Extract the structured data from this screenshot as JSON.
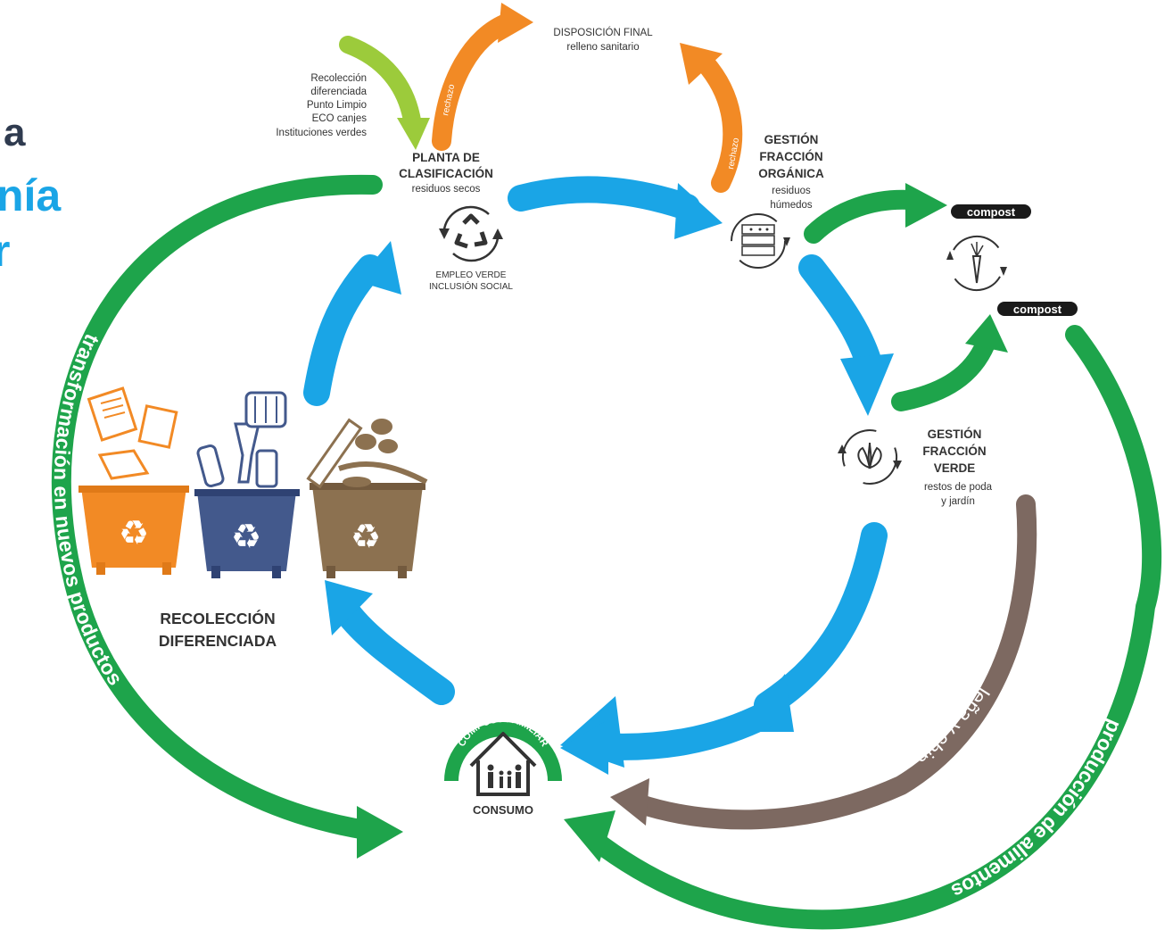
{
  "title_fragments": [
    "a",
    "nía",
    "r"
  ],
  "colors": {
    "blue": "#1aa5e6",
    "green": "#1ea44b",
    "orange": "#f28a25",
    "lime": "#9ccb3b",
    "brown": "#7d6961",
    "dark": "#333333",
    "navy_title": "#2f3b4f",
    "bin_orange": "#f28a25",
    "bin_blue": "#43598c",
    "bin_brown": "#8c7150"
  },
  "disposal": {
    "title": "DISPOSICIÓN FINAL",
    "subtitle": "relleno sanitario"
  },
  "collection_sources": [
    "Recolección",
    "diferenciada",
    "Punto Limpio",
    "ECO canjes",
    "Instituciones verdes"
  ],
  "sorting_plant": {
    "title_1": "PLANTA DE",
    "title_2": "CLASIFICACIÓN",
    "subtitle": "residuos secos",
    "caption_1": "EMPLEO VERDE",
    "caption_2": "INCLUSIÓN SOCIAL",
    "icon": "recycle-icon"
  },
  "reject_label": "rechazo",
  "organic": {
    "title_1": "GESTIÓN",
    "title_2": "FRACCIÓN",
    "title_3": "ORGÁNICA",
    "subtitle_1": "residuos",
    "subtitle_2": "húmedos",
    "icon": "compost-layers-icon"
  },
  "compost_label": "compost",
  "green_fraction": {
    "title_1": "GESTIÓN",
    "title_2": "FRACCIÓN",
    "title_3": "VERDE",
    "subtitle_1": "restos de poda",
    "subtitle_2": "y jardín",
    "icon": "leaf-icon"
  },
  "plant_icon": "carrot-sprout-icon",
  "collection": {
    "title_1": "RECOLECCIÓN",
    "title_2": "DIFERENCIADA",
    "bin_icon": "recycle-icon"
  },
  "consumption": {
    "ring_text": "COMPOST FAMILIAR",
    "label": "CONSUMO",
    "icon": "house-family-icon"
  },
  "arcs": {
    "left": "transformación en nuevos productos",
    "right": "producción de alimentos",
    "firewood": "leña y chip"
  }
}
